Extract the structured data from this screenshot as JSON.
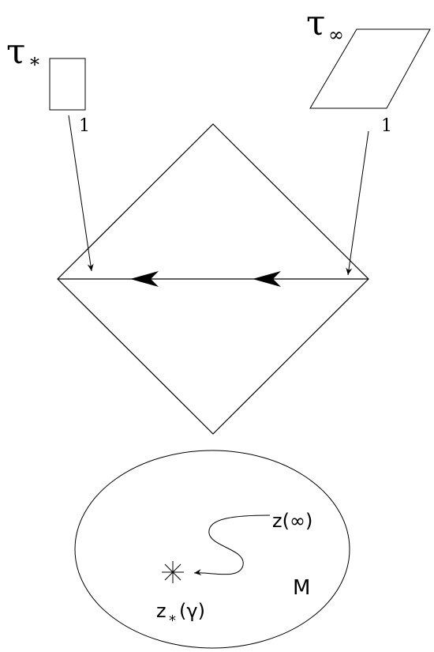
{
  "torus_star": {
    "symbol": "τ",
    "subscript": "*",
    "side_label": "1"
  },
  "torus_infinity": {
    "symbol": "τ",
    "subscript": "∞",
    "side_label": "1"
  },
  "manifold": {
    "label": "M",
    "start_point_label": "z(∞)",
    "end_point_label": "z",
    "end_point_subscript": "*",
    "end_point_argument": "(γ)"
  }
}
